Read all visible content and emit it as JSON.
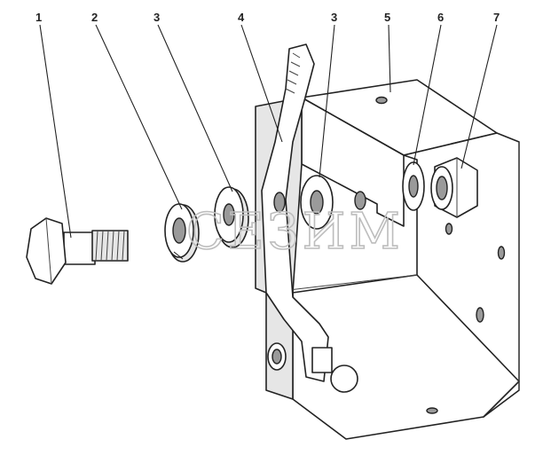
{
  "callouts": [
    {
      "id": "part-1",
      "label": "1"
    },
    {
      "id": "part-2",
      "label": "2"
    },
    {
      "id": "part-3a",
      "label": "3"
    },
    {
      "id": "part-4",
      "label": "4"
    },
    {
      "id": "part-3b",
      "label": "3"
    },
    {
      "id": "part-5",
      "label": "5"
    },
    {
      "id": "part-6",
      "label": "6"
    },
    {
      "id": "part-7",
      "label": "7"
    }
  ],
  "watermark": "СЕЗИМ",
  "colors": {
    "line": "#222222",
    "shade": "#e6e6e6",
    "watermark": "#bdbdbd",
    "background": "#ffffff"
  }
}
